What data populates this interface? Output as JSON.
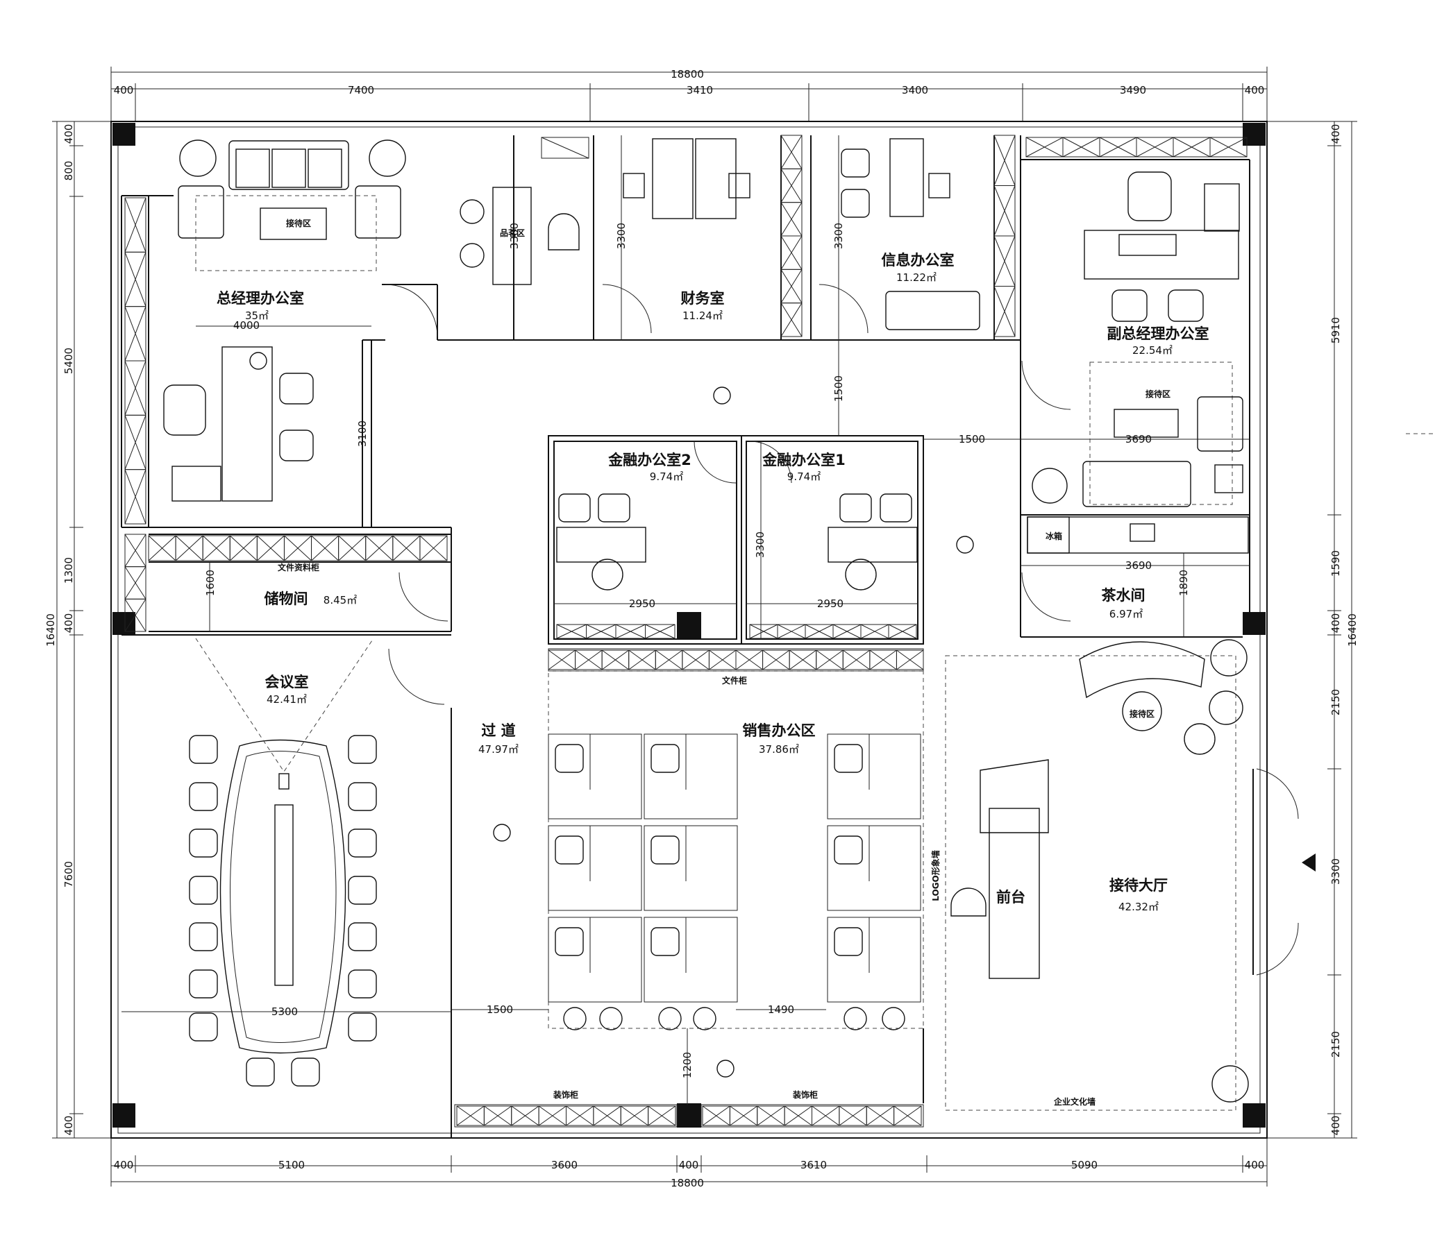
{
  "dimensions": {
    "top_total": "18800",
    "top_segments": [
      "400",
      "7400",
      "3410",
      "3400",
      "3490",
      "400"
    ],
    "bottom_total": "18800",
    "bottom_segments": [
      "400",
      "5100",
      "3600",
      "400",
      "3610",
      "5090",
      "400"
    ],
    "left_total": "16400",
    "left_segments": [
      "400",
      "800",
      "5400",
      "1300",
      "400",
      "7600",
      "400"
    ],
    "right_total": "16400",
    "right_segments": [
      "400",
      "5910",
      "1590",
      "400",
      "2150",
      "3300",
      "2150",
      "400"
    ],
    "inner": {
      "gm_corridor": "4000",
      "gm_depth": "3100",
      "tasting_h": "3300",
      "finance_h": "3300",
      "info_h": "3300",
      "corridor_v": "1500",
      "corridor_h": "1500",
      "finance_office_h": "3300",
      "vgm_w": "3690",
      "tea_w": "3690",
      "tea_h": "1890",
      "fin2_w": "2950",
      "fin1_w": "2950",
      "storage_h": "1600",
      "meeting_w": "5300",
      "passage_w": "1500",
      "sales_gap": "1490",
      "bottom_gap": "1200"
    }
  },
  "rooms": {
    "gm_office": {
      "name": "总经理办公室",
      "area": "35㎡"
    },
    "gm_reception": "接待区",
    "tasting": "品茗区",
    "finance": {
      "name": "财务室",
      "area": "11.24㎡"
    },
    "info": {
      "name": "信息办公室",
      "area": "11.22㎡"
    },
    "vgm_office": {
      "name": "副总经理办公室",
      "area": "22.54㎡"
    },
    "vgm_reception": "接待区",
    "fin2": {
      "name": "金融办公室2",
      "area": "9.74㎡"
    },
    "fin1": {
      "name": "金融办公室1",
      "area": "9.74㎡"
    },
    "tea": {
      "name": "茶水间",
      "area": "6.97㎡"
    },
    "fridge": "冰箱",
    "storage": {
      "name": "储物间",
      "area": "8.45㎡"
    },
    "file_cabinet_label": "文件资料柜",
    "meeting": {
      "name": "会议室",
      "area": "42.41㎡"
    },
    "passage": {
      "name": "过 道",
      "area": "47.97㎡"
    },
    "sales": {
      "name": "销售办公区",
      "area": "37.86㎡"
    },
    "sales_cabinet": "文件柜",
    "deco_left": "装饰柜",
    "deco_right": "装饰柜",
    "logo_wall": "LOGO形象墙",
    "front_desk": "前台",
    "lobby": {
      "name": "接待大厅",
      "area": "42.32㎡"
    },
    "lobby_reception": "接待区",
    "culture_wall": "企业文化墙"
  }
}
